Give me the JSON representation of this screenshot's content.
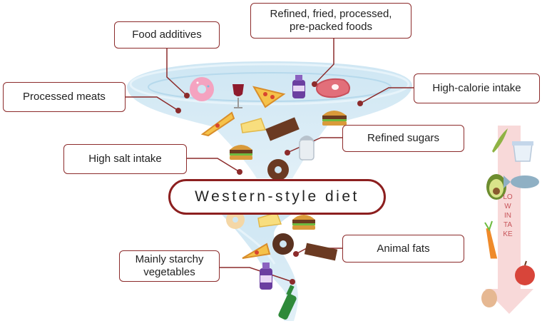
{
  "diagram": {
    "center_label": "Western-style diet",
    "labels": {
      "food_additives": "Food additives",
      "refined_foods": "Refined, fried, processed, pre-packed foods",
      "processed_meats": "Processed meats",
      "high_calorie": "High-calorie intake",
      "refined_sugars": "Refined sugars",
      "high_salt": "High salt intake",
      "starchy_vegetables": "Mainly starchy vegetables",
      "animal_fats": "Animal fats"
    },
    "side_arrow_label": "LOW INTAKE"
  },
  "colors": {
    "accent": "#8c2b2b",
    "tornado": "#cfe6f2",
    "arrow": "#f6cfd0"
  },
  "icons": [
    "donut-icon",
    "wine-glass-icon",
    "pizza-slice-icon",
    "juice-bottle-icon",
    "steak-icon",
    "cheese-icon",
    "chocolate-bar-icon",
    "salt-shaker-icon",
    "burger-icon",
    "beer-bottle-icon",
    "pea-pod-icon",
    "yogurt-icon",
    "avocado-icon",
    "fish-icon",
    "carrot-icon",
    "apple-icon",
    "egg-icon"
  ]
}
